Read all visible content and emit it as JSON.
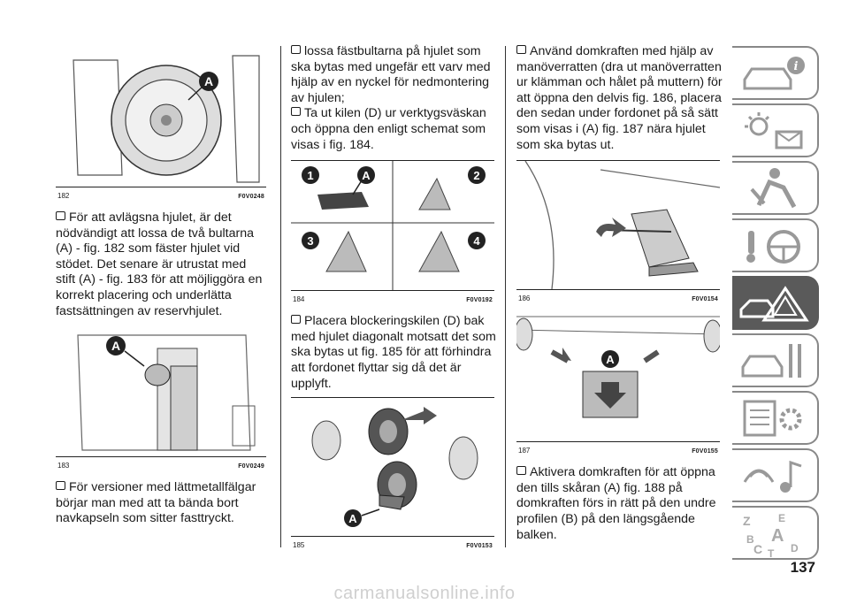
{
  "page_number": "137",
  "watermark": "carmanualsonline.info",
  "figures": {
    "f182": {
      "num": "182",
      "code": "F0V0248"
    },
    "f183": {
      "num": "183",
      "code": "F0V0249"
    },
    "f184": {
      "num": "184",
      "code": "F0V0192"
    },
    "f185": {
      "num": "185",
      "code": "F0V0153"
    },
    "f186": {
      "num": "186",
      "code": "F0V0154"
    },
    "f187": {
      "num": "187",
      "code": "F0V0155"
    }
  },
  "labels": {
    "a": "A",
    "n1": "1",
    "n2": "2",
    "n3": "3",
    "n4": "4"
  },
  "paragraphs": {
    "p1": "För att avlägsna hjulet, är det nödvändigt att lossa de två bultarna (A) - fig. 182 som fäster hjulet vid stödet. Det senare är utrustat med stift (A) - fig. 183 för att möjliggöra en korrekt placering och underlätta fastsättningen av reservhjulet.",
    "p2": "För versioner med lättmetallfälgar börjar man med att ta bända bort navkapseln som sitter fasttryckt.",
    "p3": "lossa fästbultarna på hjulet som ska bytas med ungefär ett varv med hjälp av en nyckel för nedmontering av hjulen;",
    "p4": "Ta ut kilen (D) ur verktygsväskan och öppna den enligt schemat som visas i fig. 184.",
    "p5": "Placera blockeringskilen (D) bak med hjulet diagonalt motsatt det som ska bytas ut fig. 185 för att förhindra att fordonet flyttar sig då det är upplyft.",
    "p6": "Använd domkraften med hjälp av manöverratten (dra ut manöverratten ur klämman och hålet på muttern) för att öppna den delvis fig. 186, placera den sedan under fordonet på så sätt som visas i (A) fig. 187 nära hjulet som ska bytas ut.",
    "p7": "Aktivera domkraften för att öppna den tills skåran (A) fig. 188 på domkraften förs in rätt på den undre profilen (B) på den längsgående balken."
  },
  "sidebar": {
    "tabs": [
      {
        "icon": "car-info-icon"
      },
      {
        "icon": "dashboard-lights-icon"
      },
      {
        "icon": "safety-airbag-icon"
      },
      {
        "icon": "driving-steering-icon"
      },
      {
        "icon": "emergency-warning-icon",
        "active": true
      },
      {
        "icon": "maintenance-icon"
      },
      {
        "icon": "technical-data-icon"
      },
      {
        "icon": "multimedia-icon"
      },
      {
        "icon": "index-icon",
        "letters": [
          "Z",
          "E",
          "B",
          "A",
          "C",
          "T",
          "D"
        ]
      }
    ]
  }
}
